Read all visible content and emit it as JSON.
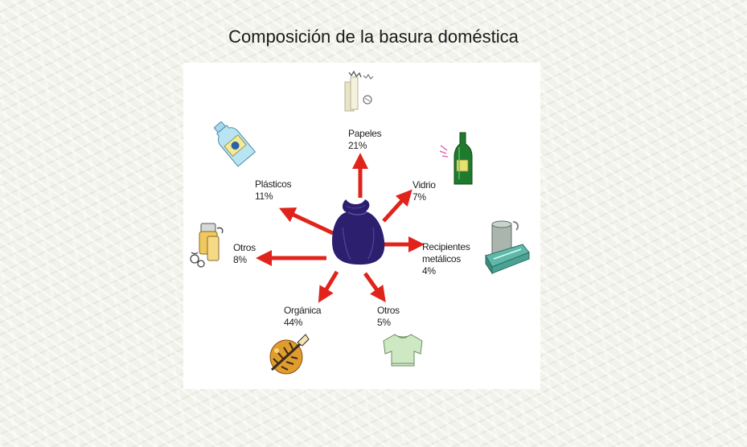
{
  "title": "Composición de la basura doméstica",
  "colors": {
    "arrow": "#e0241c",
    "bag": "#2b1f6e"
  },
  "categories": [
    {
      "id": "papeles",
      "name": "Papeles",
      "name2": "",
      "percent": "21%",
      "icon": "paper-icon"
    },
    {
      "id": "vidrio",
      "name": "Vidrio",
      "name2": "",
      "percent": "7%",
      "icon": "bottle-icon"
    },
    {
      "id": "metales",
      "name": "Recipientes",
      "name2": "metálicos",
      "percent": "4%",
      "icon": "can-icon"
    },
    {
      "id": "otros5",
      "name": "Otros",
      "name2": "",
      "percent": "5%",
      "icon": "sweater-icon"
    },
    {
      "id": "organica",
      "name": "Orgánica",
      "name2": "",
      "percent": "44%",
      "icon": "fishbone-icon"
    },
    {
      "id": "otros8",
      "name": "Otros",
      "name2": "",
      "percent": "8%",
      "icon": "batteries-icon"
    },
    {
      "id": "plasticos",
      "name": "Plásticos",
      "name2": "",
      "percent": "11%",
      "icon": "plastic-bottle-icon"
    }
  ]
}
